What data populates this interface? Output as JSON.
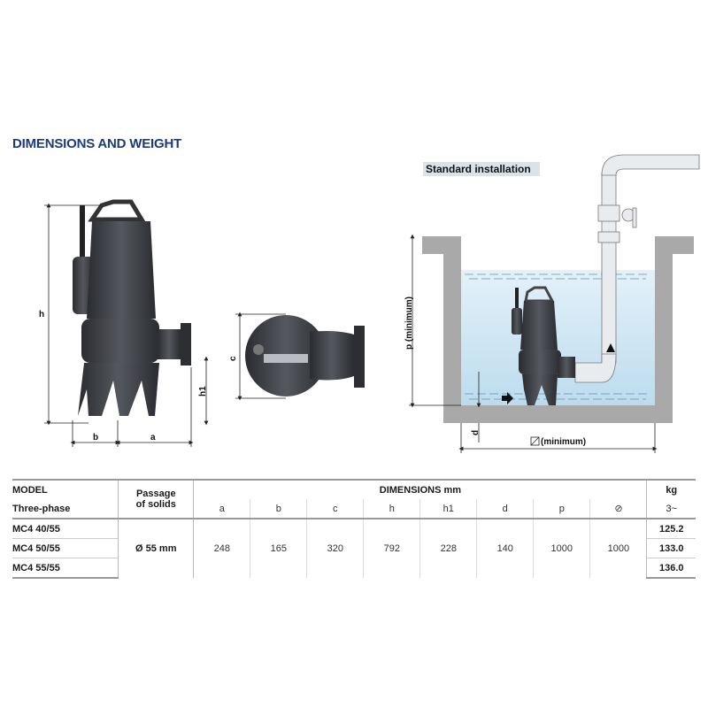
{
  "title": "DIMENSIONS AND WEIGHT",
  "drawing_labels": {
    "h": "h",
    "b": "b",
    "a": "a",
    "h1": "h1",
    "c": "c",
    "install_title": "Standard installation",
    "p_min": "p  (minimum)",
    "d": "d",
    "square_min": "(minimum)"
  },
  "table": {
    "model_header": "MODEL",
    "model_sub": "Three-phase",
    "passage_header_1": "Passage",
    "passage_header_2": "of solids",
    "dimensions_header": "DIMENSIONS mm",
    "kg_header": "kg",
    "kg_sub": "3~",
    "dim_columns": [
      "a",
      "b",
      "c",
      "h",
      "h1",
      "d",
      "p",
      "⊘"
    ],
    "passage_value": "Ø 55 mm",
    "dim_values": [
      "248",
      "165",
      "320",
      "792",
      "228",
      "140",
      "1000",
      "1000"
    ],
    "rows": [
      {
        "model": "MC4 40/55",
        "kg": "125.2"
      },
      {
        "model": "MC4 50/55",
        "kg": "133.0"
      },
      {
        "model": "MC4 55/55",
        "kg": "136.0"
      }
    ]
  },
  "colors": {
    "title": "#1c3b7a",
    "water": "#cfe6f3",
    "wall": "#a9a9a9",
    "pump": "#3a3d42"
  }
}
